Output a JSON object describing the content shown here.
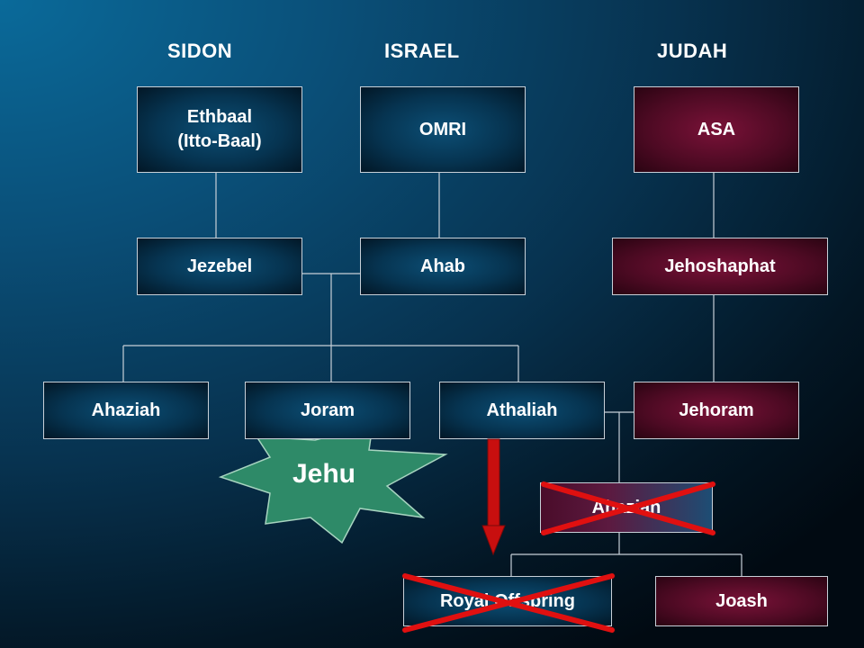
{
  "headers": {
    "sidon": "SIDON",
    "israel": "ISRAEL",
    "judah": "JUDAH"
  },
  "boxes": {
    "ethbaal_line1": "Ethbaal",
    "ethbaal_line2": "(Itto-Baal)",
    "omri": "OMRI",
    "asa": "ASA",
    "jezebel": "Jezebel",
    "ahab": "Ahab",
    "jehoshaphat": "Jehoshaphat",
    "ahaziah_israel": "Ahaziah",
    "joram": "Joram",
    "athaliah": "Athaliah",
    "jehoram": "Jehoram",
    "ahaziah_judah": "Ahaziah",
    "royal_offspring": "Royal Offspring",
    "joash": "Joash"
  },
  "jehu": "Jehu",
  "colors": {
    "israel_box": "#063451",
    "judah_box": "#4d0a23",
    "cross": "#e01010",
    "arrow": "#c80f0f",
    "jehu_burst": "#2f8a6a"
  }
}
